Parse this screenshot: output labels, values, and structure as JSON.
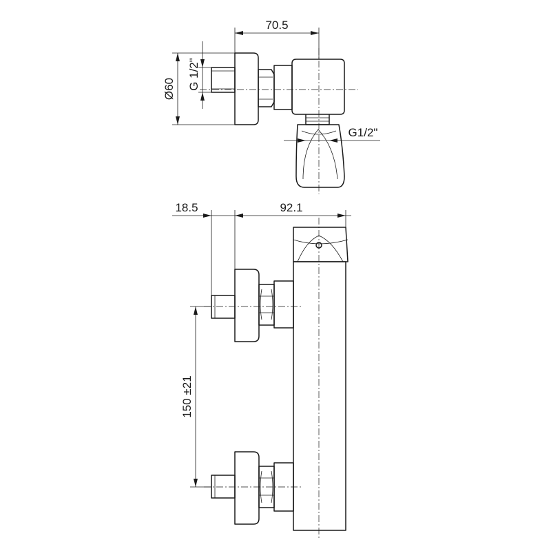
{
  "dimensions": {
    "top_width": "70.5",
    "diameter": "Ø60",
    "inlet_thread": "G 1/2\"",
    "outlet_thread": "G1/2\"",
    "left_offset": "18.5",
    "body_width": "92.1",
    "centers": "150 ±21"
  }
}
